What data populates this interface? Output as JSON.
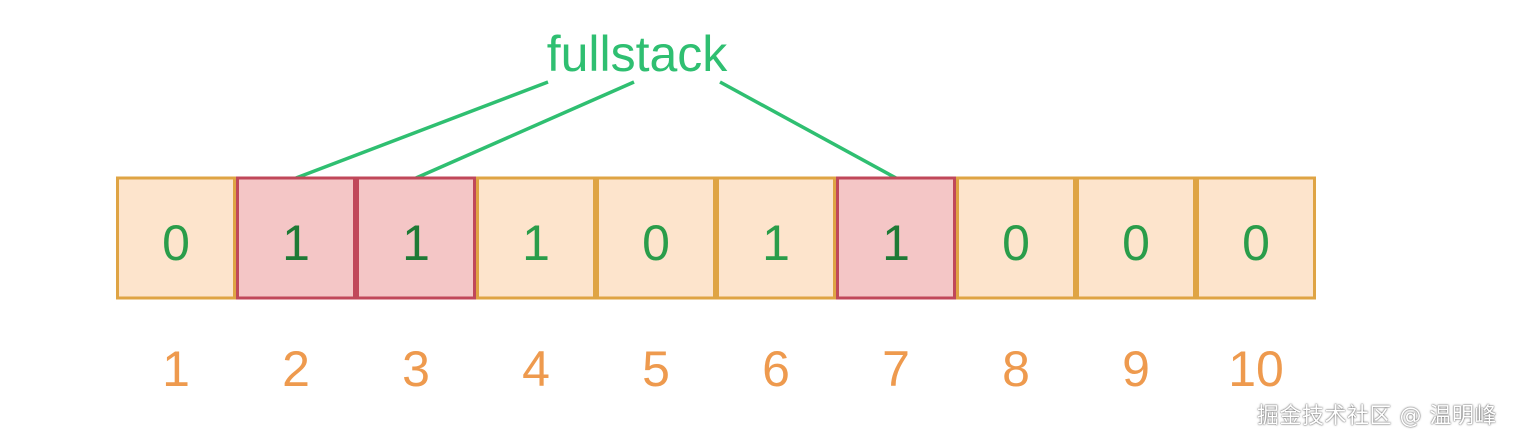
{
  "label": "fullstack",
  "bits": [
    "0",
    "1",
    "1",
    "1",
    "0",
    "1",
    "1",
    "0",
    "0",
    "0"
  ],
  "indices": [
    "1",
    "2",
    "3",
    "4",
    "5",
    "6",
    "7",
    "8",
    "9",
    "10"
  ],
  "highlighted_positions": [
    2,
    3,
    7
  ],
  "watermark": "掘金技术社区 @ 温明峰",
  "colors": {
    "cell_fill": "#fde4cc",
    "cell_border": "#dfa444",
    "highlight_fill": "#f4c6c6",
    "highlight_border": "#c0485a",
    "bit_text": "#2a9d4a",
    "highlight_bit_text": "#1e7a36",
    "index_text": "#ee9a4e",
    "label_text": "#2fbf71",
    "line": "#2fbf71"
  }
}
